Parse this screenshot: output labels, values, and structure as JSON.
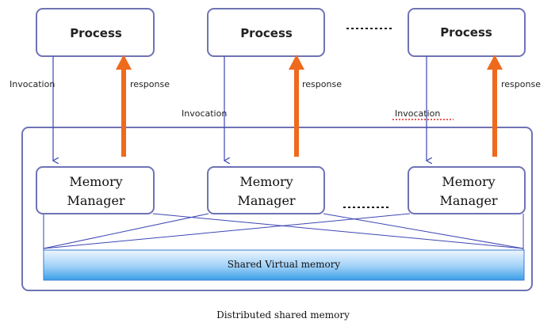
{
  "diagram": {
    "processes": [
      {
        "label": "Process"
      },
      {
        "label": "Process"
      },
      {
        "label": "Process"
      }
    ],
    "memory_managers": [
      {
        "line1": "Memory",
        "line2": "Manager"
      },
      {
        "line1": "Memory",
        "line2": "Manager"
      },
      {
        "line1": "Memory",
        "line2": "Manager"
      }
    ],
    "invocation_labels": [
      "Invocation",
      "Invocation",
      "Invocation"
    ],
    "response_labels": [
      "response",
      "response",
      "response"
    ],
    "shared_memory_label": "Shared Virtual memory",
    "caption": "Distributed shared memory",
    "colors": {
      "box_border": "#6f73b4",
      "thin_line": "#3d46b3",
      "response_arrow": "#ee6a1d",
      "shared_memory_top": "#e9f3ff",
      "shared_memory_bottom": "#3ba0e9",
      "spellcheck_underline": "#e02020"
    }
  }
}
